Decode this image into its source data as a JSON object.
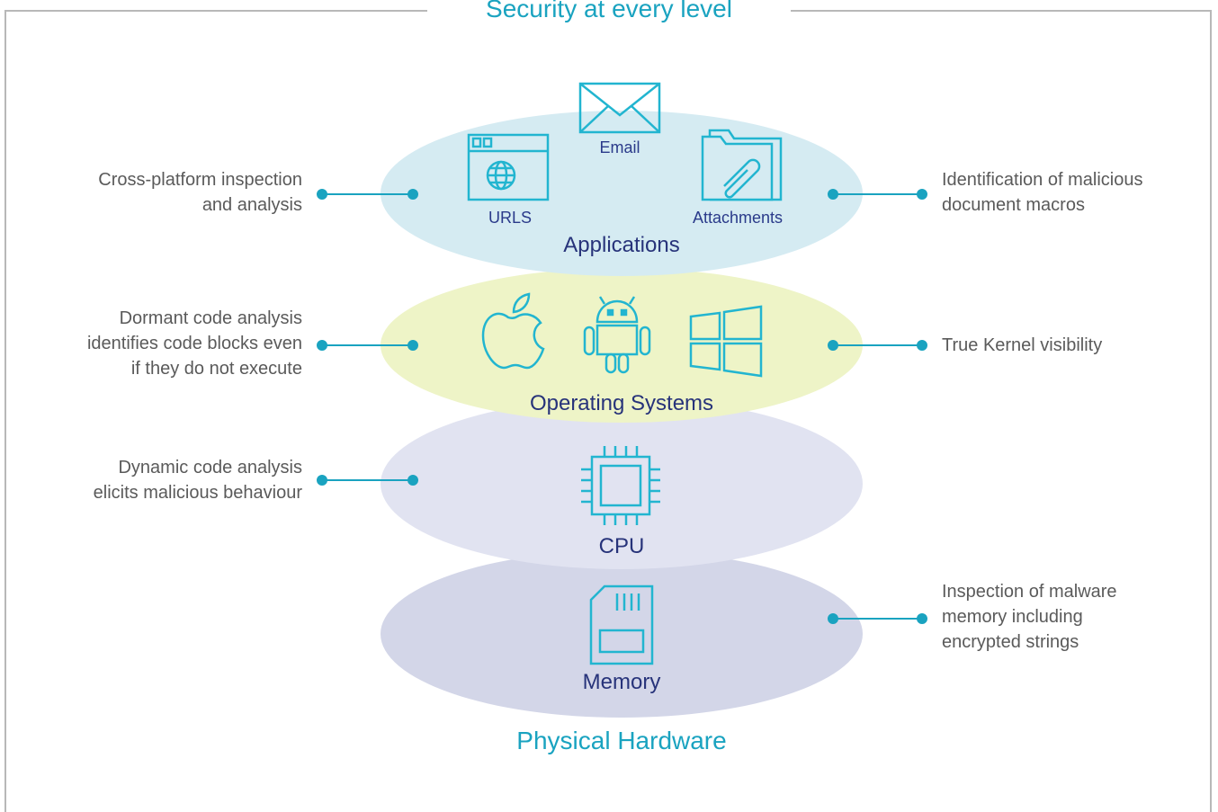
{
  "title": "Security at every level",
  "layers": [
    {
      "label": "Applications",
      "color": "#d5ebf2"
    },
    {
      "label": "Operating Systems",
      "color": "#eef4c7"
    },
    {
      "label": "CPU",
      "color": "#e1e3f1"
    },
    {
      "label": "Memory",
      "color": "#d3d6e8"
    }
  ],
  "app_icons": {
    "email": "Email",
    "urls": "URLS",
    "attachments": "Attachments"
  },
  "footer": "Physical Hardware",
  "callouts": {
    "app_left": [
      "Cross-platform inspection",
      "and analysis"
    ],
    "app_right": [
      "Identification of malicious",
      "document macros"
    ],
    "os_left": [
      "Dormant code analysis",
      "identifies code blocks even",
      "if they do not execute"
    ],
    "os_right": [
      "True Kernel visibility"
    ],
    "cpu_left": [
      "Dynamic code analysis",
      "elicits malicious behaviour"
    ],
    "mem_right": [
      "Inspection of malware",
      "memory including",
      "encrypted strings"
    ]
  },
  "colors": {
    "accent": "#1aa3c0",
    "icon": "#22b5d0",
    "frame": "#b8b8b8",
    "layer_text": "#27337a"
  }
}
